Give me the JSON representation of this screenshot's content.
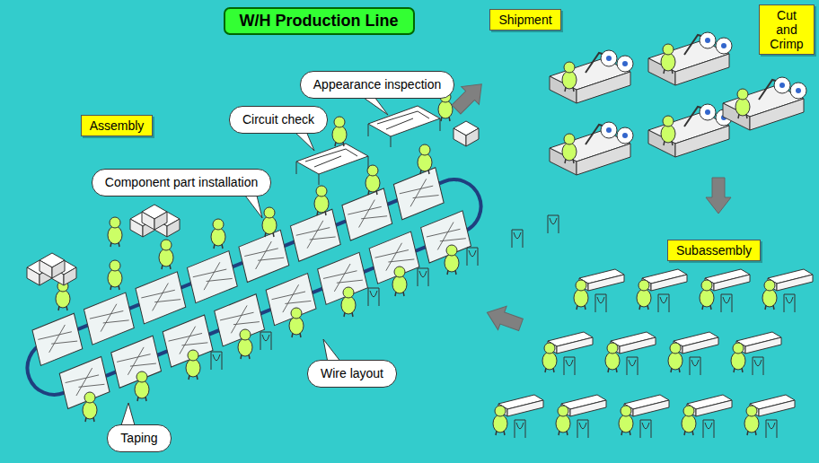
{
  "diagram": {
    "title": "W/H Production Line",
    "nodes": [
      {
        "text": [
          "Shipment"
        ]
      },
      {
        "text": [
          "Cut and Crimp"
        ]
      },
      {
        "text": [
          "Appearance inspection"
        ]
      },
      {
        "text": [
          "Assembly"
        ]
      },
      {
        "text": [
          "Circuit check"
        ]
      },
      {
        "text": [
          "Component part installation"
        ]
      },
      {
        "text": [
          "Subassembly"
        ]
      },
      {
        "text": [
          "Wire layout"
        ]
      },
      {
        "text": [
          "Taping"
        ]
      }
    ]
  }
}
